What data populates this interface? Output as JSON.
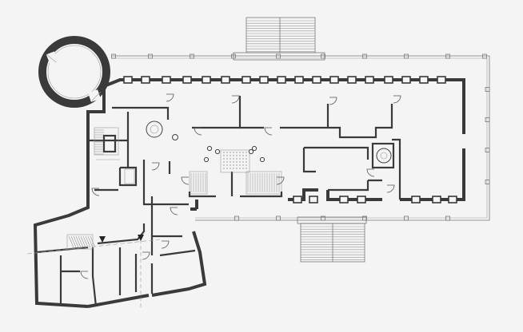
{
  "diagram": {
    "type": "architectural-floor-plan",
    "background": "#f4f4f4",
    "wall_color": "#3a3a3a",
    "line_color": "#777777",
    "elements": [
      "round-tower",
      "main-hall",
      "north-staircase",
      "south-staircase",
      "colonnade",
      "west-wing",
      "stairwells",
      "section-markers"
    ]
  }
}
